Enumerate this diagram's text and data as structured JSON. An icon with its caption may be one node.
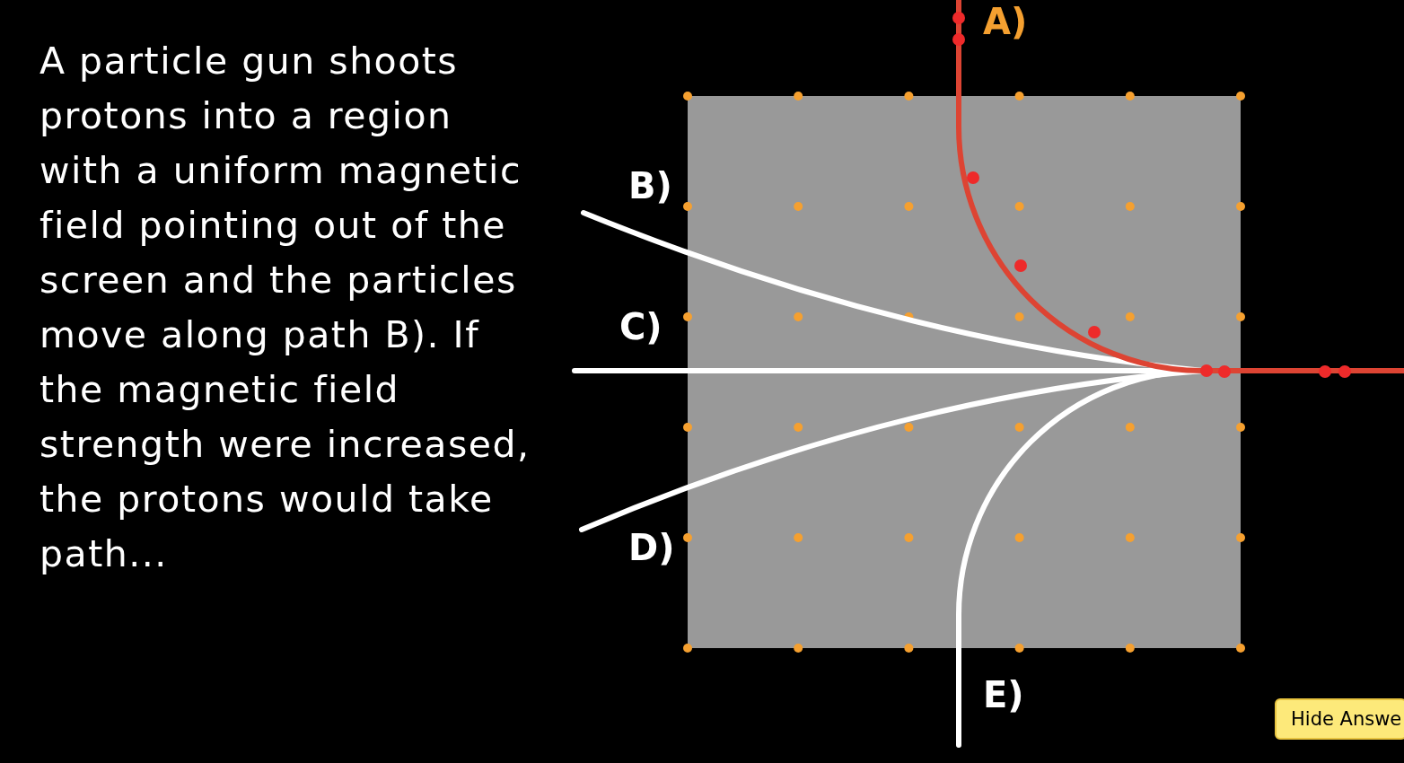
{
  "diagram": {
    "labels": [
      "A particle gun shoots protons into a region with a uniform magnetic field pointing out of the screen and the particles move along path B).  If the magnetic field strength were increased, the protons would take path...",
      "A)",
      "B)",
      "C)",
      "D)",
      "E)",
      "Hide Answe"
    ]
  }
}
